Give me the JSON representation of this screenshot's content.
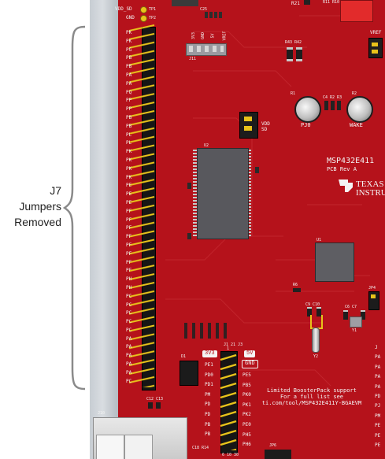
{
  "annotation": {
    "lines": [
      "J7",
      "Jumpers",
      "Removed"
    ]
  },
  "top_labels": {
    "vdd_sd": "VDD_SD",
    "gnd": "GND",
    "tp1": "TP1",
    "tp2": "TP2",
    "r21": "R21",
    "r11_r10": "R11 R10",
    "vref": "VREF",
    "c25": "C25",
    "r43_r42": "R43 R42"
  },
  "vertical_labels": [
    "3V3",
    "GND",
    "5V",
    "VREF"
  ],
  "j7_left_labels": [
    "PK",
    "PK",
    "PG",
    "PB",
    "PB",
    "PA",
    "PA",
    "PQ",
    "PP",
    "PP",
    "PB",
    "PB",
    "PL",
    "PL",
    "PK",
    "PK",
    "PK",
    "PK",
    "PE",
    "PE",
    "PE",
    "PF",
    "PF",
    "PF",
    "PF",
    "PF",
    "PF",
    "PF",
    "PF",
    "PH",
    "PH",
    "PC",
    "PC",
    "PC",
    "PC",
    "PC",
    "PA",
    "PA",
    "PA",
    "PA",
    "PA",
    "PC"
  ],
  "j11_label": "J11",
  "vdd_sd_jumper": {
    "line1": "VDD",
    "line2": "SD"
  },
  "buttons": {
    "pj0": "PJ0",
    "wake": "WAKE",
    "r1": "R1",
    "r2": "R2",
    "passives": "C4 R2 R3"
  },
  "pcb": {
    "part": "MSP432E411",
    "rev": "PCB Rev A",
    "brand_top": "TEXAS",
    "brand_bottom": "INSTRU",
    "u1": "U1",
    "u2": "U2",
    "r6": "R6",
    "jp4": "JP4",
    "y1": "Y1",
    "y2": "Y2",
    "c9_c10": "C9 C10",
    "c6_c7": "C6 C7",
    "d1": "D1",
    "c12_c13": "C12 C13",
    "j10": "J10",
    "jp6": "JP6",
    "c18_r14": "C18 R14"
  },
  "j3": {
    "header": "J1 21 J3",
    "sub": "1",
    "pill_3v3": "3V3",
    "pill_5v": "5V",
    "pill_gnd": "GND",
    "left": [
      "PE1",
      "PD0",
      "PD1",
      "PM",
      "PD",
      "PD",
      "PB",
      "PB"
    ],
    "right": [
      "PE5",
      "PB5",
      "PK0",
      "PK1",
      "PK2",
      "PE0",
      "PH5",
      "PH6"
    ],
    "bottom": "6 10 30"
  },
  "notice": {
    "line1": "Limited BoosterPack support",
    "line2": "For a full list see",
    "line3": "ti.com/tool/MSP432E411Y-BGAEVM"
  },
  "right_edge_labels": [
    "J",
    "PA",
    "PA",
    "PA",
    "PA",
    "PD",
    "PJ",
    "PM",
    "PE",
    "PE",
    "PE"
  ],
  "colors": {
    "pcb_red": "#b5121b",
    "silkscreen": "#f4f4f4",
    "gold": "#e8c31a",
    "chip": "#58585d"
  }
}
